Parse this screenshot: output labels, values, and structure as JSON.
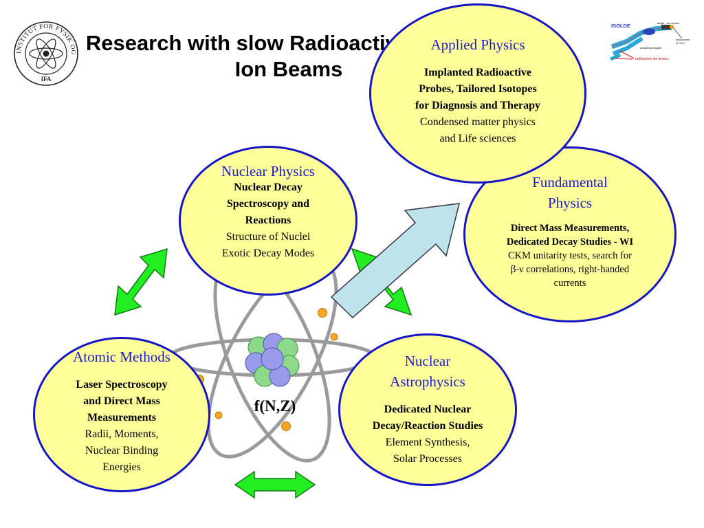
{
  "title": {
    "line1": "Research with slow Radioactive",
    "line2": "Ion Beams"
  },
  "logo": {
    "ring_text": "INSTITUT FOR FYSIK OG ASTRONOMI",
    "abbr": "IFA"
  },
  "isolde": {
    "label": "ISOLDE",
    "target": "target - ion source",
    "proton": "proton beam",
    "energy": "(1 GeV)",
    "magnet": "analysing magnet",
    "beams": "radioactive ion beams"
  },
  "applied": {
    "heading": "Applied Physics",
    "bold_lines": [
      "Implanted Radioactive",
      "Probes, Tailored Isotopes",
      "for Diagnosis and Therapy"
    ],
    "normal_lines": [
      "Condensed matter physics",
      "and Life sciences"
    ]
  },
  "fundamental": {
    "heading_lines": [
      "Fundamental",
      "Physics"
    ],
    "bold_lines": [
      "Direct Mass Measurements,",
      "Dedicated Decay Studies - WI"
    ],
    "normal_lines": [
      "CKM unitarity tests, search for",
      "β-ν correlations, right-handed",
      "currents"
    ]
  },
  "nuclear": {
    "heading": "Nuclear Physics",
    "bold_lines": [
      "Nuclear Decay",
      "Spectroscopy and",
      "Reactions"
    ],
    "normal_lines": [
      "Structure of Nuclei",
      "Exotic Decay Modes"
    ]
  },
  "atomic": {
    "heading": "Atomic Methods",
    "bold_lines": [
      "Laser Spectroscopy",
      "and Direct Mass",
      "Measurements"
    ],
    "normal_lines": [
      "Radii, Moments,",
      "Nuclear Binding",
      "Energies"
    ]
  },
  "astro": {
    "heading_lines": [
      "Nuclear",
      "Astrophysics"
    ],
    "bold_lines": [
      "Dedicated Nuclear",
      "Decay/Reaction Studies"
    ],
    "normal_lines": [
      "Element Synthesis,",
      "Solar Processes"
    ]
  },
  "center": {
    "label": "f(N,Z)"
  },
  "colors": {
    "ellipse_fill": "#ffff99",
    "ellipse_border": "#1515c8",
    "heading": "#1a1ad0",
    "arrow_green": "#22ee22",
    "arrow_blue": "#bfe3ea"
  }
}
